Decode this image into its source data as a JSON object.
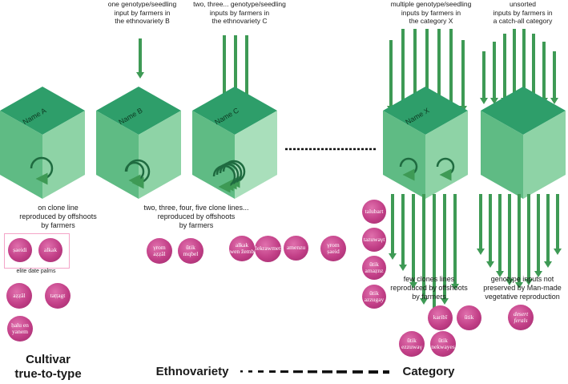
{
  "top_labels": {
    "b": "one genotype/seedling\ninput by farmers in\nthe ethnovariety B",
    "c": "two, three... genotype/seedling\ninputs by farmers in\nthe ethnovariety C",
    "x": "multiple genotype/seedling\ninputs by farmers in\nthe category X",
    "catchall": "unsorted\ninputs by farmers in\na catch-all category"
  },
  "cube_names": {
    "a": "Name A",
    "b": "Name B",
    "c": "Name C",
    "x": "Name X"
  },
  "mid_labels": {
    "a": "on clone line\nreproduced by offshoots\nby farmers",
    "b": "two, three, four, five clone lines...\nreproduced by offshoots\nby farmers",
    "x": "few clones lines\nreproduced by offshoots\nby farmers",
    "catchall": "genotype inputs not\npreserved by Man-made\nvegetative reproduction"
  },
  "elite_caption": "elite date palms",
  "balls": {
    "saeidi": "ṣaeidi",
    "alkak": "alkak",
    "ayzal": "aẓẓāl",
    "tattagt": "taṭṭagt",
    "halu": "ḥalu en\nyanem",
    "yrom_ayzal": "γrom\naẓẓāl",
    "utik_mqbel": "ūtik\nmqbel",
    "alkak_zemb": "alkak\nwen žemb",
    "lekrawmet": "lekrawmet",
    "amenzu": "amenzu",
    "yrom_saeid": "γrom\nṣaeid",
    "talubart": "talubart",
    "tazuwayt": "tazuwaγt",
    "utik_amaznz": "ūtik\namaẓnz",
    "utik_azzugay": "ūtik\nazzugay",
    "karibi": "karibī",
    "utik": "ūtik",
    "utik_ezzuway": "ūtik\nezzuwaγ",
    "utik_nekwayes": "ūtik\nnekwayes",
    "desert_ferals": "desert\nferals"
  },
  "bottom_labels": {
    "cultivar": "Cultivar\ntrue-to-type",
    "ethnovariety": "Ethnovariety",
    "category": "Category"
  },
  "colors": {
    "cube_top": "#2e9e6a",
    "cube_left": "#5fbb84",
    "cube_right": "#8ed3a6",
    "arrow": "#3e9a55",
    "ball": "#c23f87",
    "frame": "#f4a4c8"
  }
}
